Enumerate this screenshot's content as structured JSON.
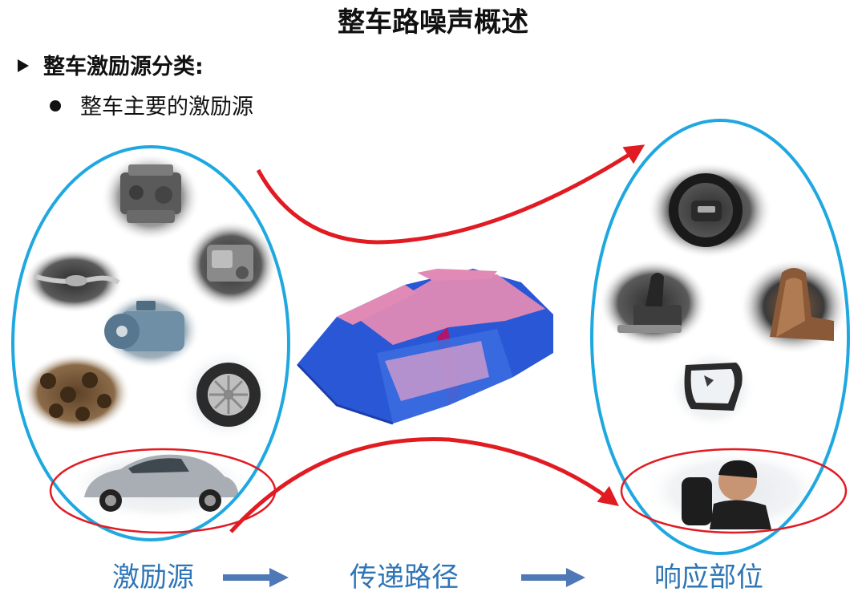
{
  "title": "整车路噪声概述",
  "section": {
    "heading": "整车激励源分类:",
    "bullet": "整车主要的激励源"
  },
  "flow": {
    "source": "激励源",
    "path": "传递路径",
    "response": "响应部位"
  },
  "images": {
    "sources": [
      "engine-image",
      "turbocharger-image",
      "exhaust-pipe-image",
      "electric-motor-image",
      "road-surface-image",
      "tire-image",
      "sports-car-image"
    ],
    "body": "car-body-in-white-image",
    "responses": [
      "steering-wheel-image",
      "gear-shifter-image",
      "car-seat-image",
      "side-mirror-image",
      "driver-image"
    ]
  },
  "colors": {
    "ellipse": "#1fa8e0",
    "highlight": "#e11b22",
    "flow_text": "#2e75b6",
    "body_blue": "#2a57d6",
    "body_pink": "#e08ab5"
  }
}
